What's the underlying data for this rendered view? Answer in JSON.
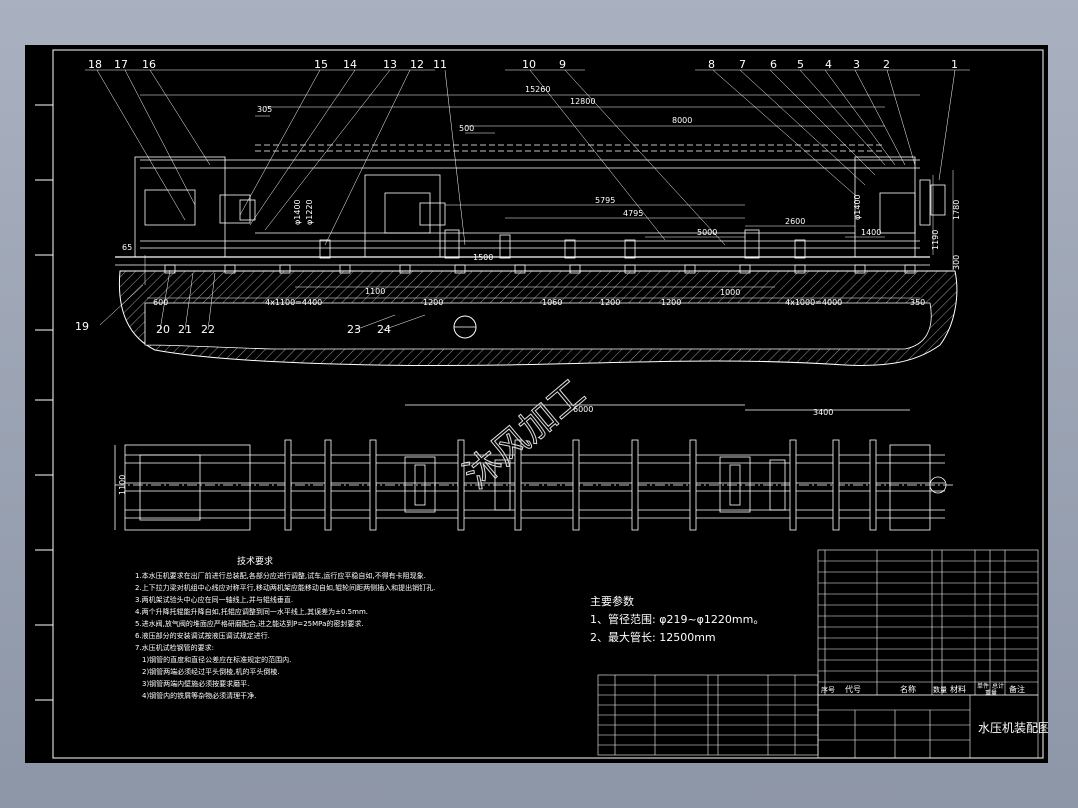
{
  "drawing": {
    "title": "水压机装配图",
    "watermark": "沐风加工",
    "balloons": [
      "1",
      "2",
      "3",
      "4",
      "5",
      "6",
      "7",
      "8",
      "10",
      "9",
      "11",
      "12",
      "13",
      "14",
      "15",
      "16",
      "17",
      "18",
      "19",
      "20",
      "21",
      "22",
      "23",
      "24"
    ],
    "dimensions": {
      "d15260": "15260",
      "d12800": "12800",
      "d8000": "8000",
      "d305": "305",
      "d500": "500",
      "d5795": "5795",
      "d4795": "4795",
      "d2600": "2600",
      "d5000": "5000",
      "d1400a": "1400",
      "d1400b": "φ1400",
      "d1220": "φ1220",
      "d1780": "1780",
      "d1190": "1190",
      "d300": "300",
      "d65": "65",
      "d1500": "1500",
      "d1100": "1100",
      "d1200a": "1200",
      "d1060": "1060",
      "d1200b": "1200",
      "d1200c": "1200",
      "d1000": "1000",
      "d4x1100": "4x1100=4400",
      "d4x1000": "4x1000=4000",
      "d600": "600",
      "d350": "350",
      "d6000": "6000",
      "d3400": "3400",
      "d1100v": "1100"
    },
    "tech_requirements": {
      "heading": "技术要求",
      "lines": [
        "1.本水压机要求在出厂前进行总装配,各部分应进行调整,试车,运行应平稳自如,不得有卡阻现象.",
        "2.上下拉力梁对机组中心线应对称平行,移动两机架应能移动自如,辊轮间距两侧插入和提出销钉孔.",
        "3.两机架试验头中心应在同一轴线上,并与辊线垂直.",
        "4.两个升降托辊能升降自如,托辊应调整到同一水平线上,其误差为±0.5mm.",
        "5.进水阀,放气阀的堆面应严格研磨配合,进之能达到P=25MPa的密封要求.",
        "6.液压部分的安装调试按液压调试规定进行.",
        "7.水压机试检钢管的要求:",
        "1)钢管的直度和直径公差应在标准规定的范围内.",
        "2)钢管两端必须经过平头倒棱,机的平头倒棱.",
        "3)钢管两端内壁施必须按要求磨平.",
        "4)钢管内的铁屑等杂物必须清理干净."
      ]
    },
    "main_params": {
      "heading": "主要参数",
      "line1": "1、管径范围: φ219~φ1220mm。",
      "line2": "2、最大管长: 12500mm"
    },
    "bom_header": {
      "seq": "序号",
      "code": "代号",
      "name": "名称",
      "qty": "数量",
      "material": "材料",
      "unit_weight": "单件",
      "total_weight": "总计",
      "weight": "重量",
      "remark": "备注"
    }
  }
}
